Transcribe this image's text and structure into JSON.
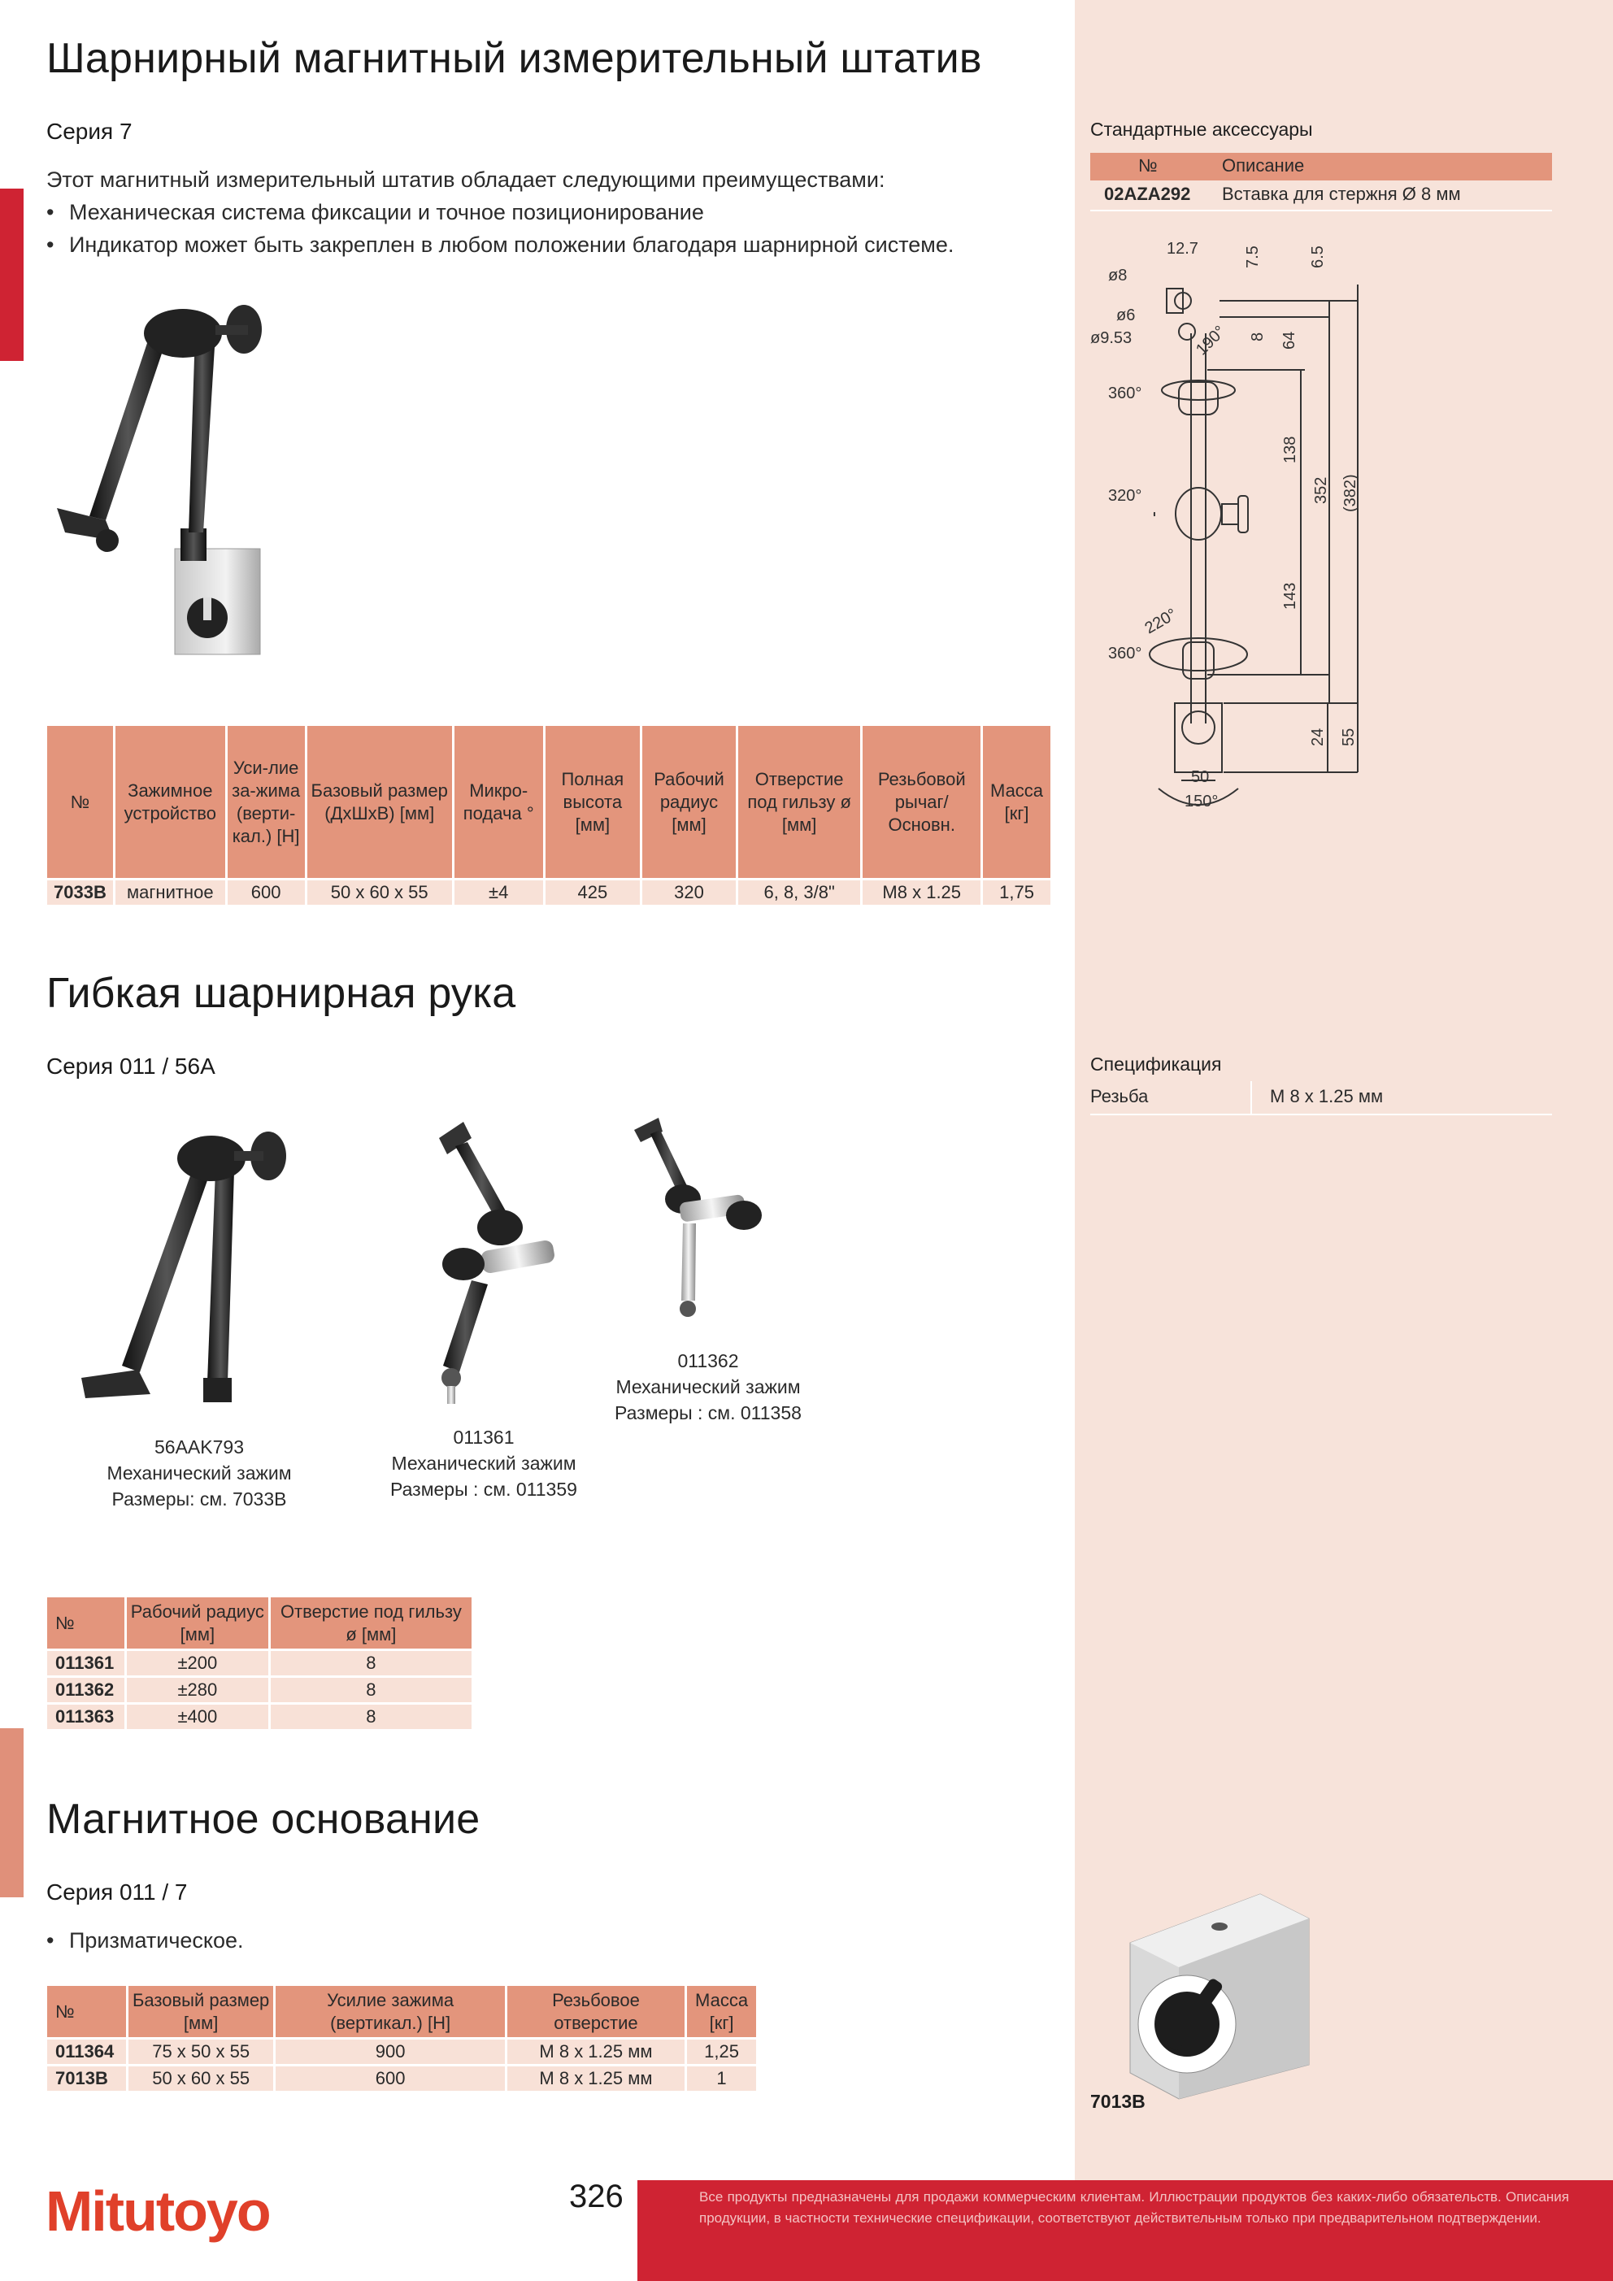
{
  "section1": {
    "title": "Шарнирный магнитный измерительный штатив",
    "series": "Серия 7",
    "intro": "Этот магнитный измерительный штатив обладает следующими преимуществами:",
    "bullets": [
      "Механическая система фиксации и точное позиционирование",
      "Индикатор может быть закреплен в любом положении благодаря шарнирной системе."
    ],
    "table": {
      "headers": [
        "№",
        "Зажимное устройство",
        "Уси-лие за-жима (верти-кал.) [Н]",
        "Базовый размер (ДхШхВ) [мм]",
        "Микро-подача °",
        "Полная высота [мм]",
        "Рабочий радиус [мм]",
        "Отверстие под гильзу ø [мм]",
        "Резьбовой рычаг/ Основн.",
        "Масса [кг]"
      ],
      "rows": [
        [
          "7033B",
          "магнитное",
          "600",
          "50 x 60 x 55",
          "±4",
          "425",
          "320",
          "6, 8, 3/8\"",
          "M8 x 1.25",
          "1,75"
        ]
      ]
    }
  },
  "accessories": {
    "title": "Стандартные аксессуары",
    "col_no": "№",
    "col_desc": "Описание",
    "rows": [
      [
        "02AZA292",
        "Вставка для стержня Ø 8 мм"
      ]
    ]
  },
  "drawing": {
    "dims": [
      "12.7",
      "ø8",
      "7.5",
      "6.5",
      "ø6",
      "8",
      "ø9.53",
      "190°",
      "64",
      "360°",
      "138",
      "352",
      "(382)",
      "320°",
      "143",
      "220°",
      "360°",
      "24",
      "55",
      "50",
      "150°"
    ]
  },
  "section2": {
    "title": "Гибкая шарнирная рука",
    "series": "Серия 011 / 56A",
    "captions": [
      [
        "56AAK793",
        "Механический зажим",
        "Размеры: см. 7033B"
      ],
      [
        "011361",
        "Механический зажим",
        "Размеры : см. 011359"
      ],
      [
        "011362",
        "Механический зажим",
        "Размеры : см. 011358"
      ]
    ],
    "table": {
      "headers": [
        "№",
        "Рабочий радиус [мм]",
        "Отверстие под гильзу ø [мм]"
      ],
      "rows": [
        [
          "011361",
          "±200",
          "8"
        ],
        [
          "011362",
          "±280",
          "8"
        ],
        [
          "011363",
          "±400",
          "8"
        ]
      ]
    }
  },
  "spec": {
    "title": "Спецификация",
    "label": "Резьба",
    "value": "M 8 x 1.25 мм"
  },
  "section3": {
    "title": "Магнитное основание",
    "series": "Серия 011 / 7",
    "bullet": "Призматическое.",
    "table": {
      "headers": [
        "№",
        "Базовый размер [мм]",
        "Усилие зажима (вертикал.) [Н]",
        "Резьбовое отверстие",
        "Масса [кг]"
      ],
      "rows": [
        [
          "011364",
          "75 x 50 x 55",
          "900",
          "M 8 x 1.25 мм",
          "1,25"
        ],
        [
          "7013B",
          "50 x 60 x 55",
          "600",
          "M 8 x 1.25 мм",
          "1"
        ]
      ]
    },
    "image_caption": "7013B"
  },
  "footer": {
    "logo": "Mitutoyo",
    "page": "326",
    "disclaimer": "Все продукты предназначены для продажи коммерческим клиентам. Иллюстрации продуктов без каких-либо обязательств. Описания продукции, в частности технические спецификации, соответствуют действительным только при предварительном подтверждении."
  },
  "colors": {
    "sidebar": "#f7e3da",
    "table_header": "#e3957c",
    "table_row": "#f8e1d7",
    "brand_red": "#cf2333"
  }
}
